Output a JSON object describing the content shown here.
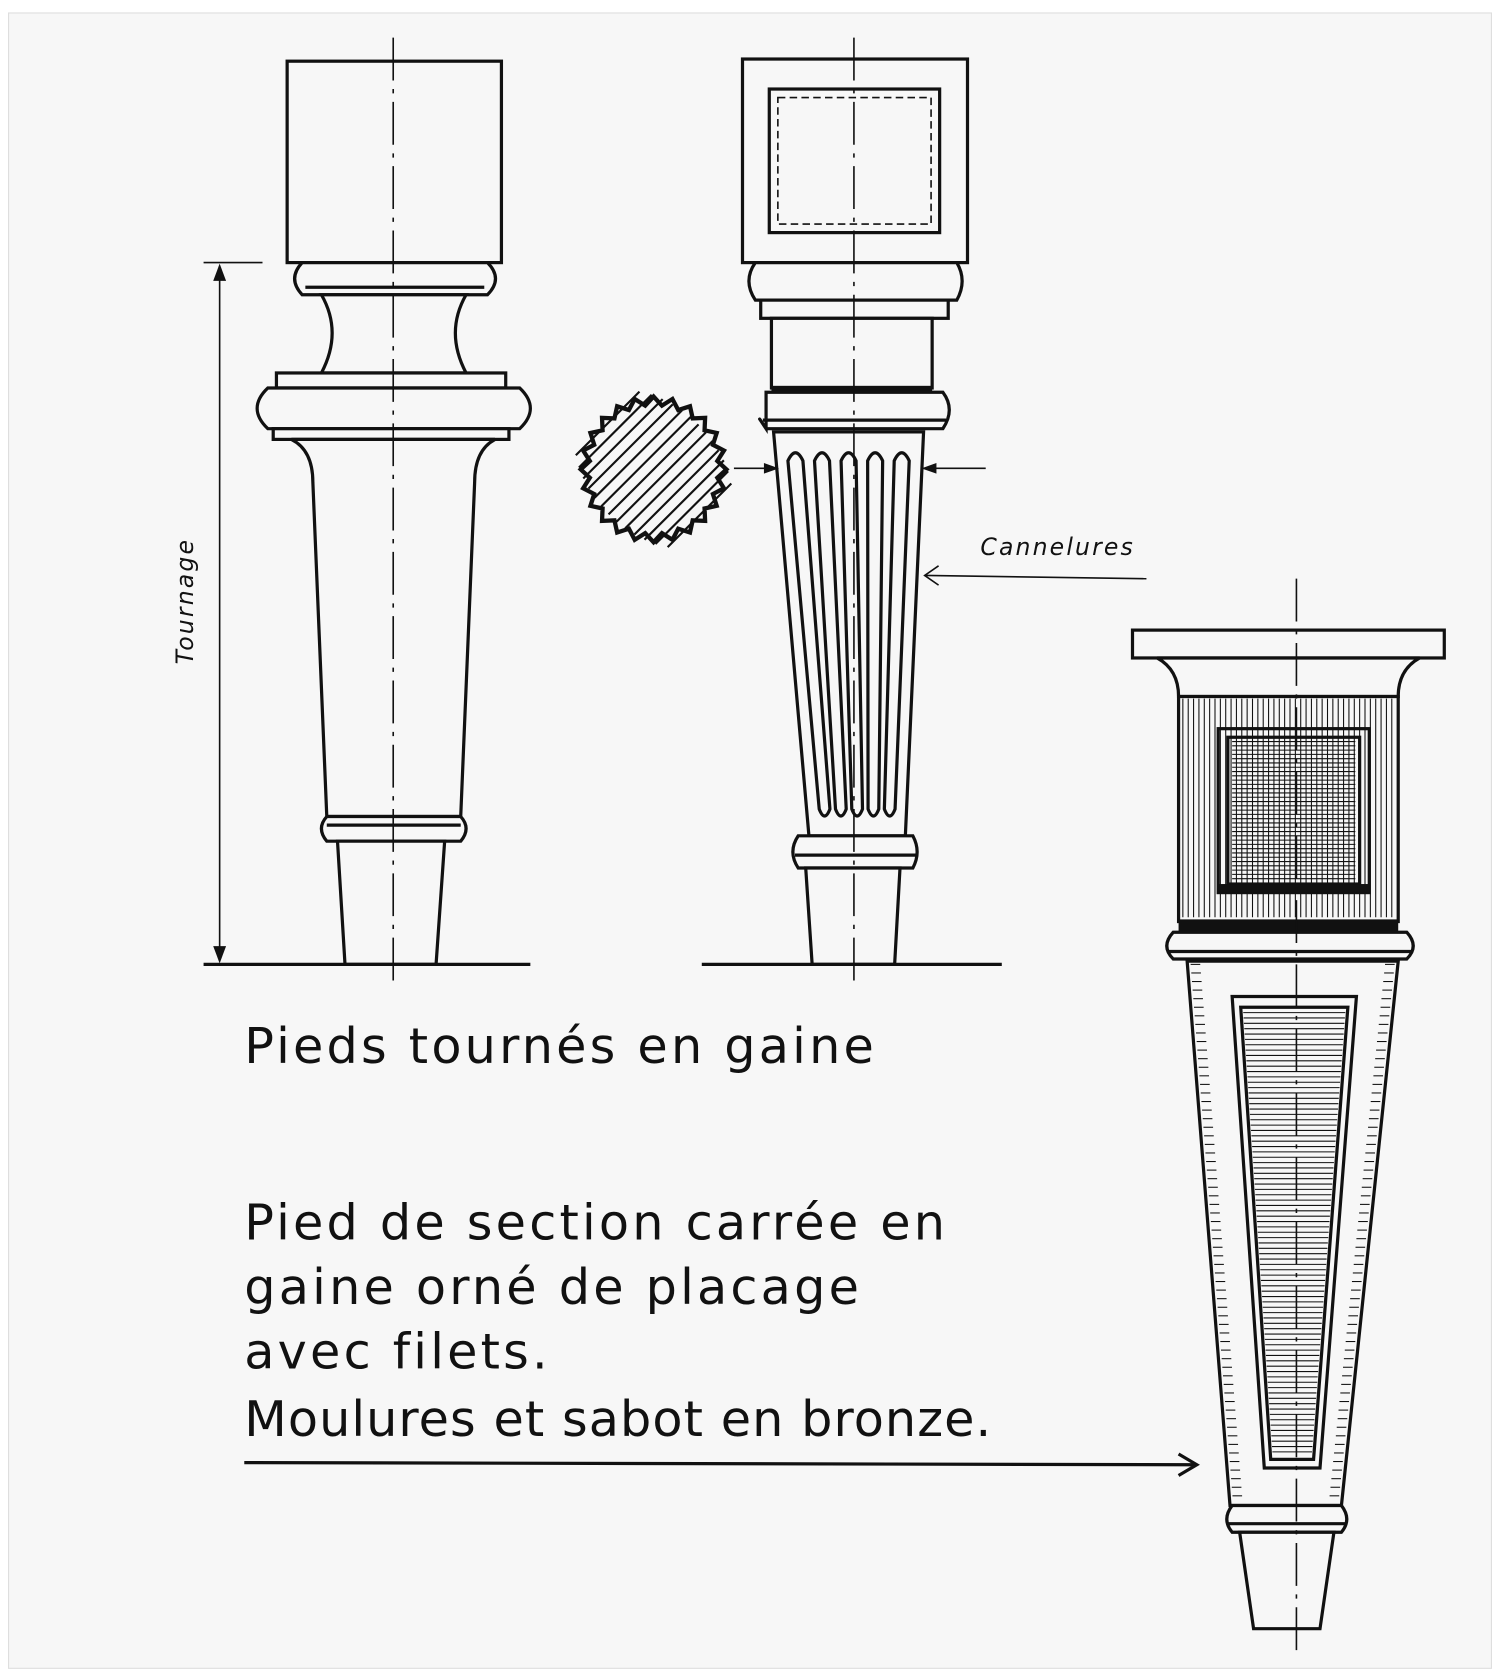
{
  "labels": {
    "tournage": "Tournage",
    "cannelures": "Cannelures"
  },
  "captions": {
    "turned_legs": "Pieds tournés en gaine",
    "square_leg": [
      "Pied de section carrée  en",
      "gaine orné de placage",
      "avec filets.",
      "Moulures et sabot en bronze."
    ]
  },
  "colors": {
    "ink": "#111111",
    "paper": "#f7f7f7",
    "frame": "#ffffff"
  }
}
